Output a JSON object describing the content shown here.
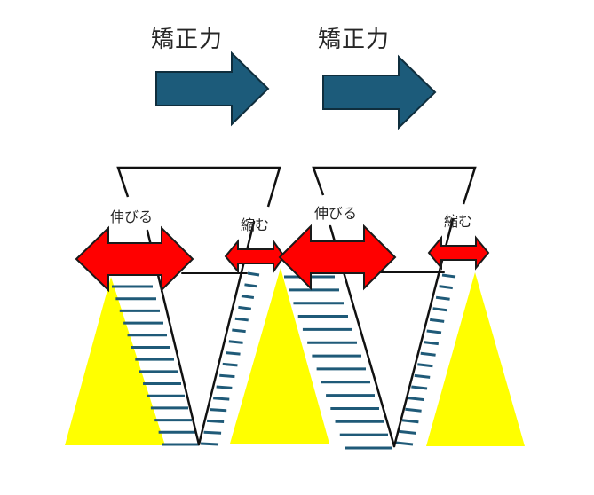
{
  "titles": [
    "矯正力",
    "矯正力"
  ],
  "labels": {
    "stretch": [
      "伸びる",
      "伸びる"
    ],
    "compress": [
      "縮む",
      "縮む"
    ]
  },
  "colors": {
    "force_arrow": "#1c5b7a",
    "force_arrow_stroke": "#0f2e3d",
    "double_arrow": "#ff0000",
    "double_arrow_stroke": "#1a1a1a",
    "bone": "#ffff00",
    "hatch": "#1f5a78",
    "outline": "#111111",
    "text": "#262626"
  }
}
